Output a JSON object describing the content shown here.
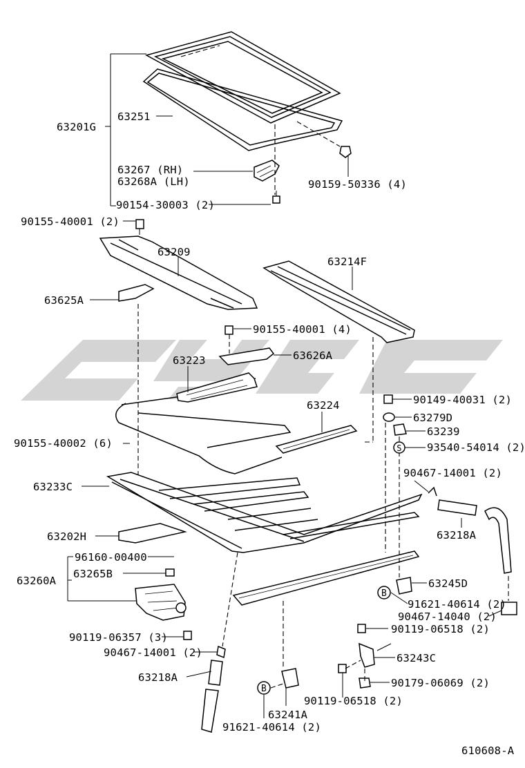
{
  "diagram": {
    "labels": {
      "p63201G": "63201G",
      "p63251": "63251",
      "p63267": "63267 (RH)",
      "p63268A": "63268A (LH)",
      "p90154": "90154-30003 (2)",
      "p90159": "90159-50336 (4)",
      "p90155a": "90155-40001 (2)",
      "p63209": "63209",
      "p63214F": "63214F",
      "p63625A": "63625A",
      "p90155b": "90155-40001 (4)",
      "p63626A": "63626A",
      "p63223": "63223",
      "p63224": "63224",
      "p90149": "90149-40031 (2)",
      "p63279D": "63279D",
      "p63239": "63239",
      "p93540": "93540-54014 (2)",
      "p90155c": "90155-40002 (6)",
      "p90467a": "90467-14001 (2)",
      "p63233C": "63233C",
      "p63218Ar": "63218A",
      "p63202H": "63202H",
      "p96160": "96160-00400",
      "p63260A": "63260A",
      "p63265B": "63265B",
      "p63245D": "63245D",
      "p91621r": "91621-40614 (2)",
      "p90467b": "90467-14040 (2)",
      "p90119a": "90119-06518 (2)",
      "p90119l": "90119-06357 (3)",
      "p90467c": "90467-14001 (2)",
      "p63243C": "63243C",
      "p63218Al": "63218A",
      "p90179": "90179-06069 (2)",
      "p90119b": "90119-06518 (2)",
      "p63241A": "63241A",
      "p91621b": "91621-40614 (2)",
      "figure_id": "610608-A"
    },
    "markers": {
      "S": "S",
      "B1": "B",
      "B2": "B"
    },
    "watermark": "cbgc"
  }
}
